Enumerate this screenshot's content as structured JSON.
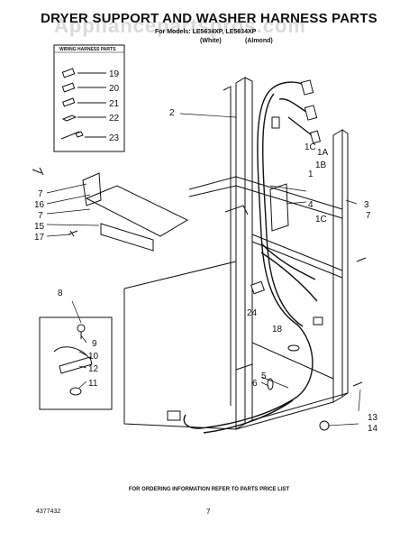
{
  "title": "DRYER SUPPORT AND WASHER HARNESS PARTS",
  "watermark": "Appliancepartspros.com",
  "models_line": "For Models: LE5634XP, LE5634XP",
  "color_labels": [
    "(White)",
    "(Almond)"
  ],
  "inset_box": {
    "title": "WIRING HARNESS PARTS",
    "items": [
      "19",
      "20",
      "21",
      "22",
      "23"
    ]
  },
  "callouts": {
    "c1": "1",
    "c1a": "1A",
    "c1b": "1B",
    "c1c_top": "1C",
    "c1c_bot": "1C",
    "c2": "2",
    "c3": "3",
    "c4": "4",
    "c5": "5",
    "c6": "6",
    "c7a": "7",
    "c7b": "7",
    "c7c": "7",
    "c8": "8",
    "c9": "9",
    "c10": "10",
    "c11": "11",
    "c12": "12",
    "c13": "13",
    "c14": "14",
    "c15": "15",
    "c16": "16",
    "c17": "17",
    "c18": "18",
    "c24": "24"
  },
  "footer_note": "FOR ORDERING INFORMATION REFER TO PARTS PRICE LIST",
  "doc_number": "4377432",
  "page_number": "7"
}
